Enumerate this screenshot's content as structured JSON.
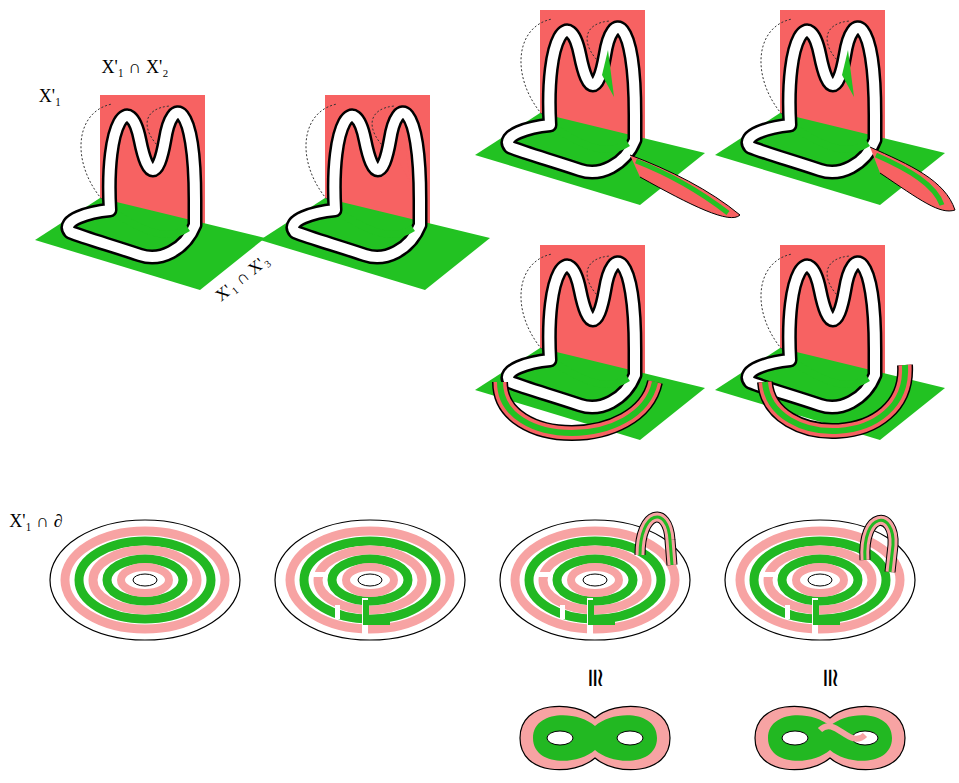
{
  "diagram": {
    "labels": [
      "X'₁ ∩ X'₂",
      "X'₁",
      "X'₁ ∩ X'₃",
      "X'₁ ∩ ∂",
      "≅",
      "≅"
    ]
  }
}
